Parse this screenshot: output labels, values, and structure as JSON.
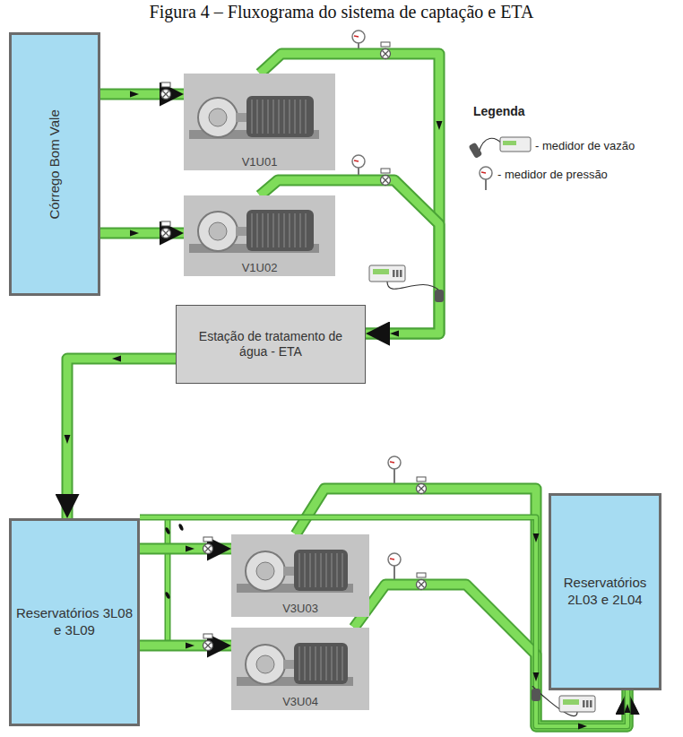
{
  "diagram": {
    "title": "Figura 4 – Fluxograma do sistema de captação e ETA",
    "nodes": [
      {
        "text": [
          "Córrego Bom Vale"
        ]
      },
      {
        "text": [
          "V1U01"
        ]
      },
      {
        "text": [
          "V1U02"
        ]
      },
      {
        "text": [
          "Estação de tratamento de água - ETA"
        ]
      },
      {
        "text": [
          "Reservatórios 3L08 e 3L09"
        ]
      },
      {
        "text": [
          "V3U03"
        ]
      },
      {
        "text": [
          "V3U04"
        ]
      },
      {
        "text": [
          "Reservatórios 2L03 e 2L04"
        ]
      }
    ],
    "edges": [
      {
        "from": 0,
        "to": 1,
        "arrow": "to"
      },
      {
        "from": 0,
        "to": 2,
        "arrow": "to"
      },
      {
        "from": 1,
        "to": 3,
        "arrow": "to"
      },
      {
        "from": 2,
        "to": 3,
        "arrow": "to"
      },
      {
        "from": 3,
        "to": 4,
        "arrow": "to"
      },
      {
        "from": 4,
        "to": 5,
        "arrow": "to"
      },
      {
        "from": 4,
        "to": 6,
        "arrow": "to"
      },
      {
        "from": 5,
        "to": 7,
        "arrow": "to"
      },
      {
        "from": 6,
        "to": 7,
        "arrow": "to"
      },
      {
        "from": 4,
        "to": 7,
        "arrow": "none"
      }
    ],
    "labels": [
      "Legenda"
    ],
    "legend": [
      {
        "text": "- medidor de vazão"
      },
      {
        "text": "- medidor de pressão"
      }
    ]
  }
}
